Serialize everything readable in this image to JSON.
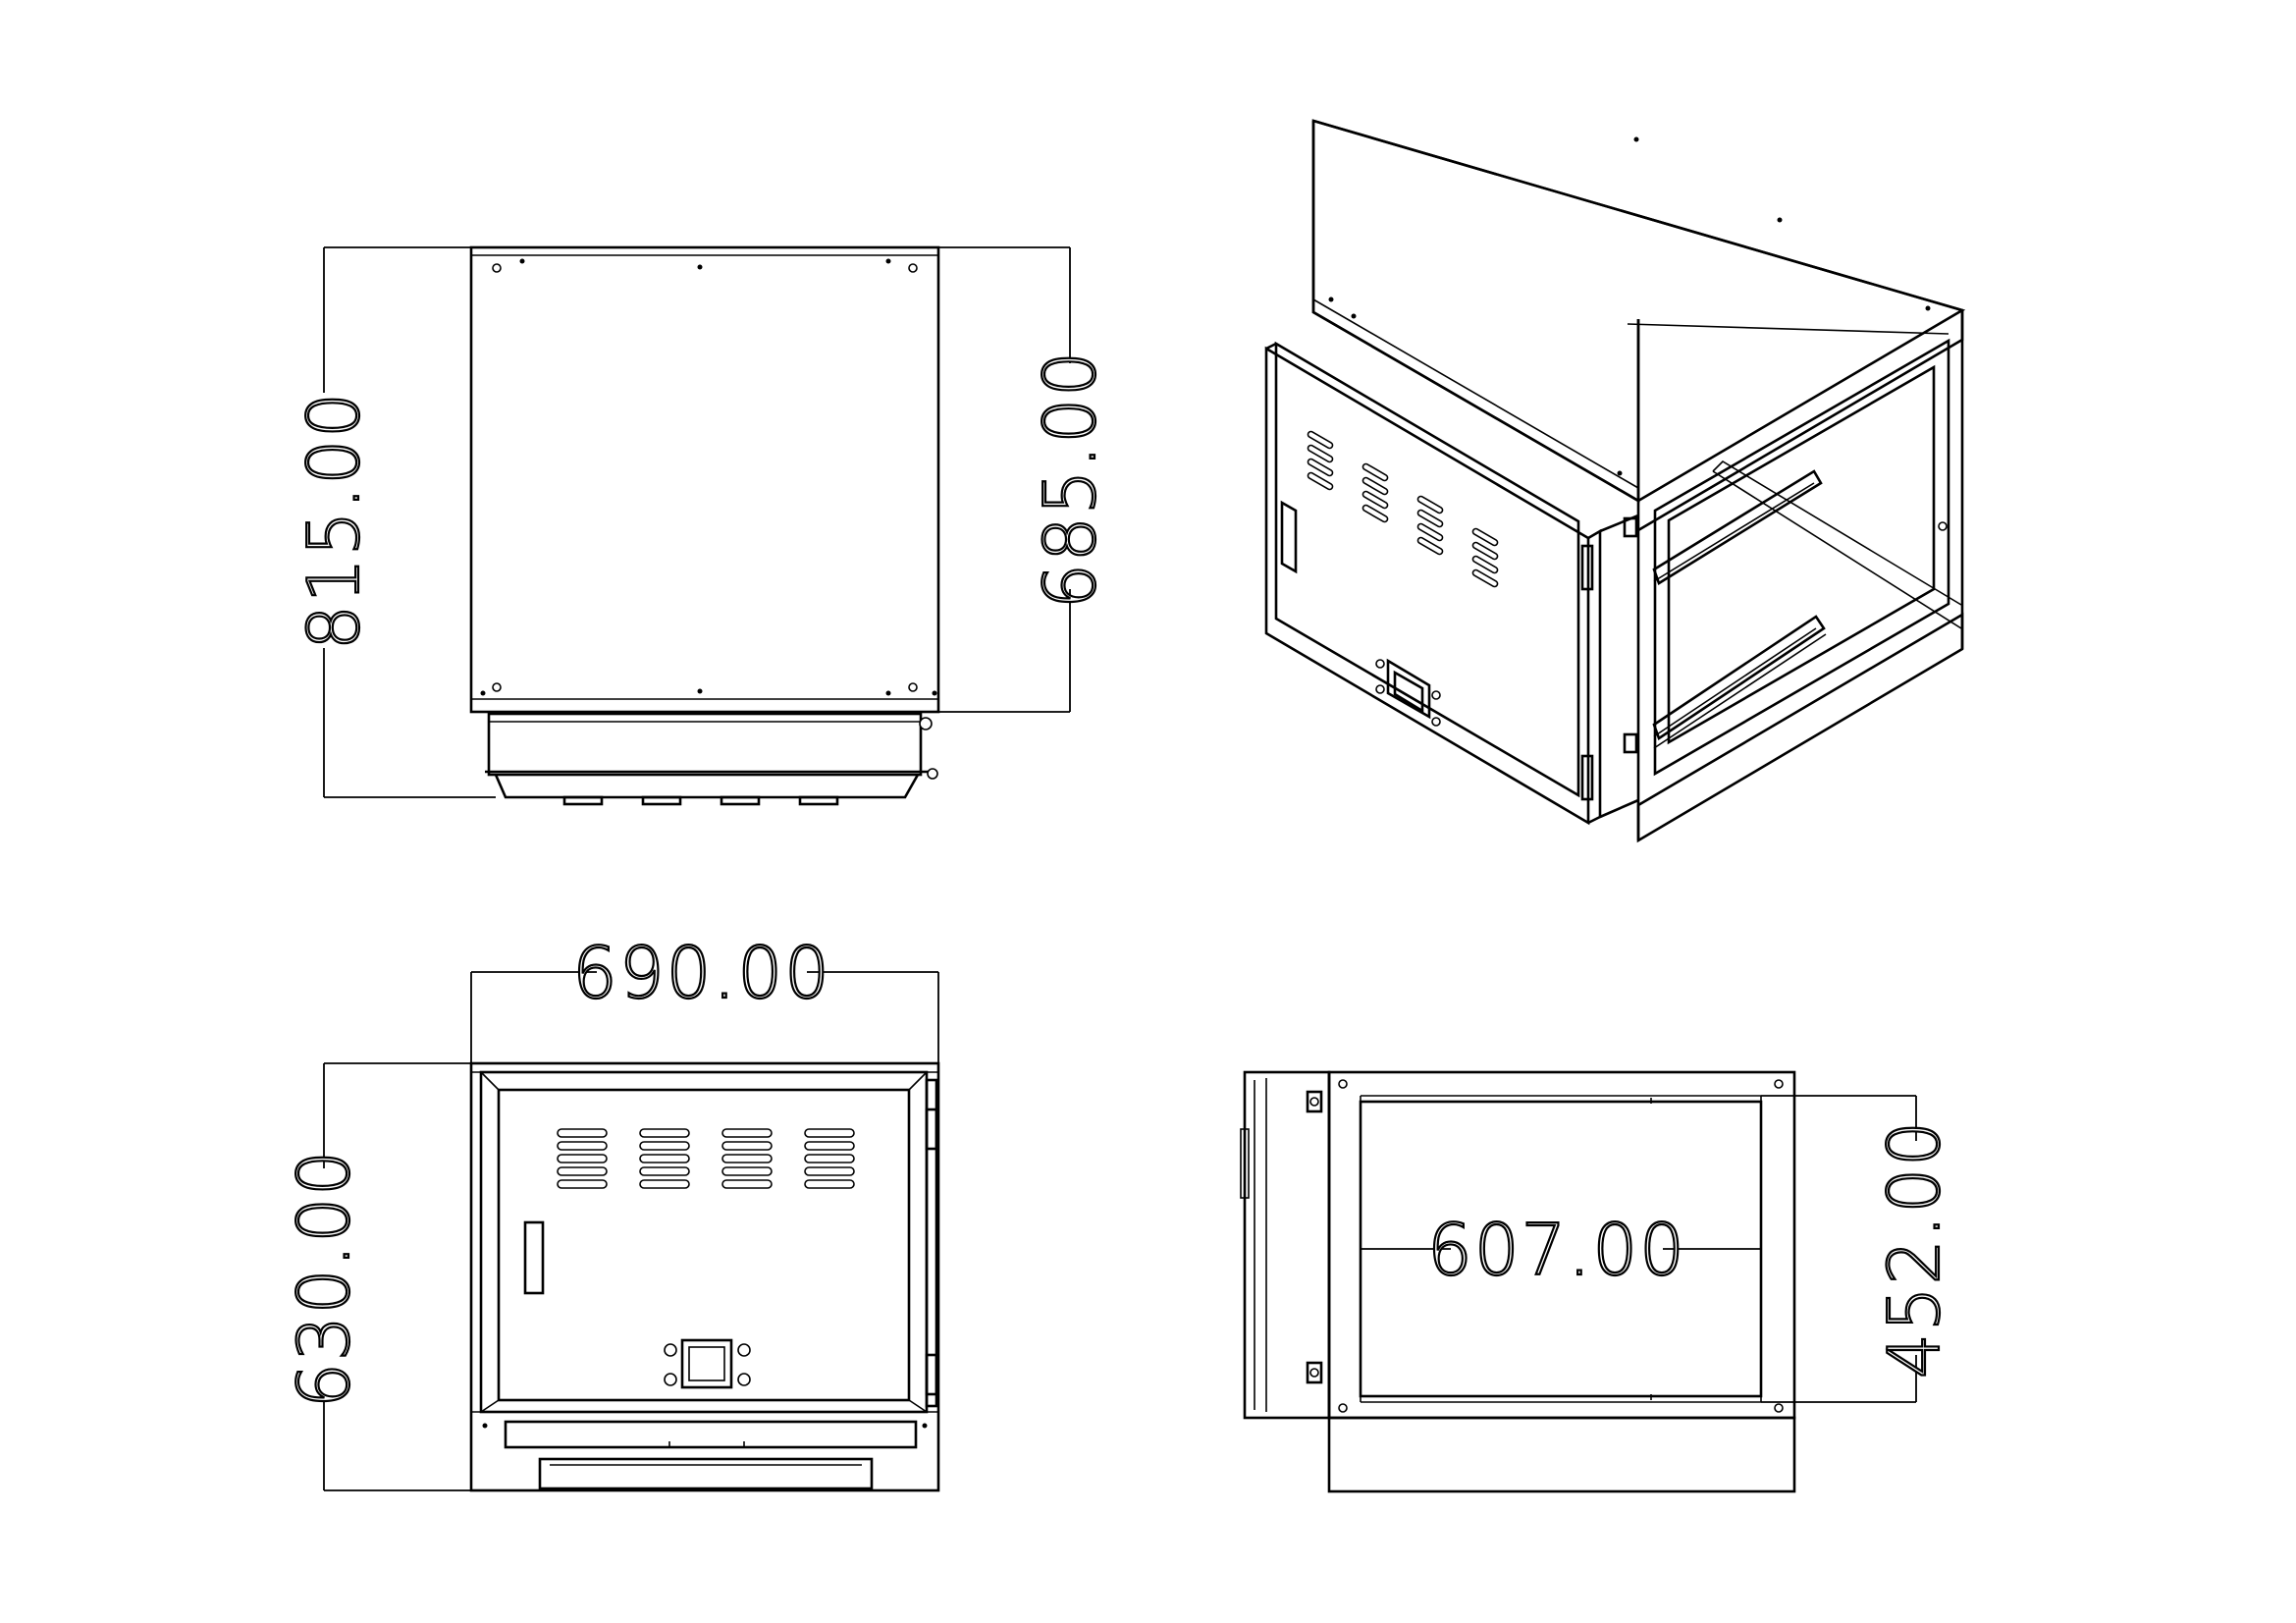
{
  "drawing": {
    "dimensions": {
      "top_view_total_height": "815.00",
      "top_view_body_height": "685.00",
      "front_view_width": "690.00",
      "front_view_height": "630.00",
      "side_view_inner_width": "607.00",
      "side_view_inner_height": "452.00"
    }
  }
}
